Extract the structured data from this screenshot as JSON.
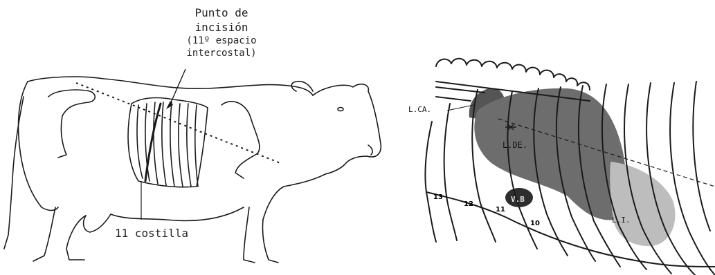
{
  "left": {
    "incision_title_line1": "Punto de",
    "incision_title_line2": "incisión",
    "incision_sub_line1": "(11º espacio",
    "incision_sub_line2": "intercostal)",
    "rib_label": "11 costilla"
  },
  "right": {
    "labels": {
      "lca": "L.CA.",
      "lde": "L.DE.",
      "vb": "V.B",
      "li": "L.I."
    },
    "rib_numbers": {
      "r13": "13",
      "r12": "12",
      "r11": "11",
      "r10": "10"
    }
  },
  "colors": {
    "line": "#1a1a1a",
    "liver_dark": "#6d6d6d",
    "lung_caudal": "#555555",
    "gall_bladder": "#2e2e2e",
    "liver_light": "#bdbdbd"
  }
}
